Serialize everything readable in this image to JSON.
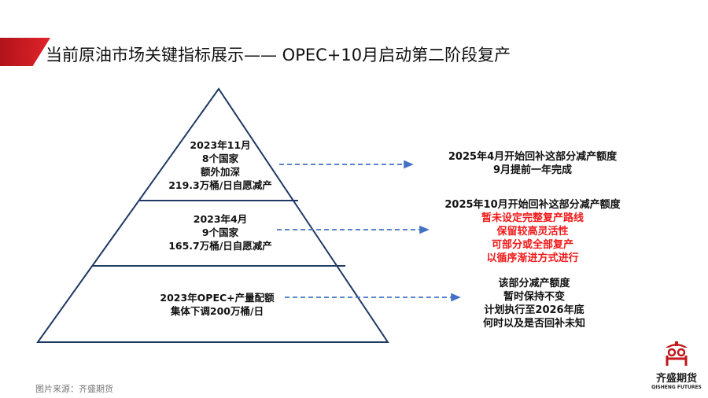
{
  "title": "当前原油市场关键指标展示—— OPEC+10月启动第二阶段复产",
  "pyramid": {
    "top": [
      "2023年11月",
      "8个国家",
      "额外加深",
      "219.3万桶/日自愿减产"
    ],
    "middle": [
      "2023年4月",
      "9个国家",
      "165.7万桶/日自愿减产"
    ],
    "bottom": [
      "2023年OPEC+产量配额",
      "集体下调200万桶/日"
    ]
  },
  "notes": {
    "top": [
      "2025年4月开始回补这部分减产额度",
      "9月提前一年完成"
    ],
    "middle_black": "2025年10月开始回补这部分减产额度",
    "middle_red": [
      "暂未设定完整复产路线",
      "保留较高灵活性",
      "可部分或全部复产",
      "以循序渐进方式进行"
    ],
    "bottom": [
      "该部分减产额度",
      "暂时保持不变",
      "计划执行至2026年底",
      "何时以及是否回补未知"
    ]
  },
  "source": "图片来源：齐盛期货",
  "logo": {
    "cn": "齐盛期货",
    "en": "QISHENG FUTURES"
  },
  "colors": {
    "accent": "#d9222a",
    "line": "#1f3864",
    "arrow": "#4472c4",
    "red_text": "#f01818"
  }
}
